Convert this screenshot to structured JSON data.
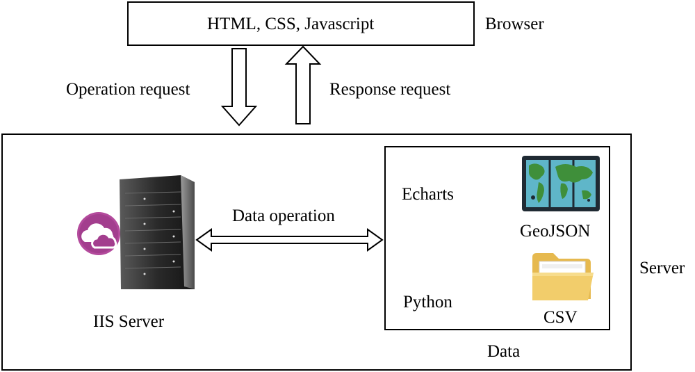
{
  "browser": {
    "box_text": "HTML, CSS, Javascript",
    "label": "Browser"
  },
  "arrows": {
    "operation_label": "Operation request",
    "response_label": "Response request",
    "data_operation_label": "Data operation"
  },
  "server": {
    "label": "Server",
    "iis_label": "IIS Server"
  },
  "data_box": {
    "label": "Data",
    "echarts": "Echarts",
    "geojson": "GeoJSON",
    "python": "Python",
    "csv": "CSV"
  },
  "icons": {
    "server": "server-tower-icon",
    "cloud": "cloud-badge-icon",
    "map": "world-map-icon",
    "folder": "folder-icon"
  },
  "colors": {
    "stroke": "#000000",
    "cloud_badge": "#a33e8e",
    "map_sea": "#5fb6c9",
    "map_land": "#3f8f3a",
    "map_frame": "#1f2a33",
    "folder": "#f2cd6b"
  }
}
